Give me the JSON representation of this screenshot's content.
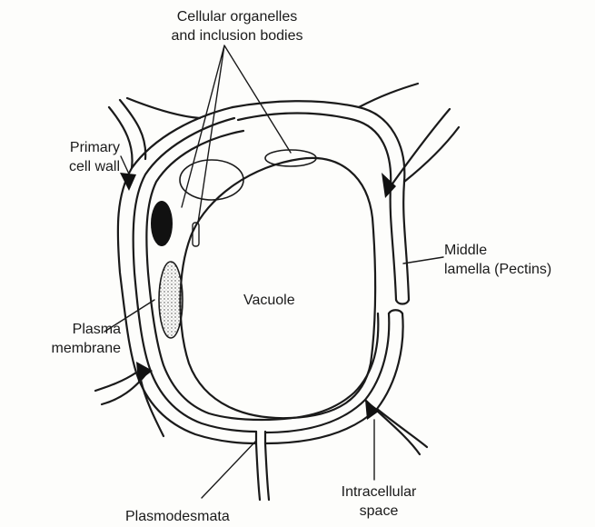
{
  "labels": {
    "organelles": [
      "Cellular organelles",
      "and inclusion bodies"
    ],
    "primary_wall": [
      "Primary",
      "cell wall"
    ],
    "middle_lamella": [
      "Middle",
      "lamella (Pectins)"
    ],
    "vacuole": "Vacuole",
    "plasma_membrane": [
      "Plasma",
      "membrane"
    ],
    "intracellular": [
      "Intracellular",
      "space"
    ],
    "plasmodesmata": "Plasmodesmata"
  },
  "colors": {
    "ink": "#1a1a1a",
    "paper": "#fdfdfb"
  }
}
